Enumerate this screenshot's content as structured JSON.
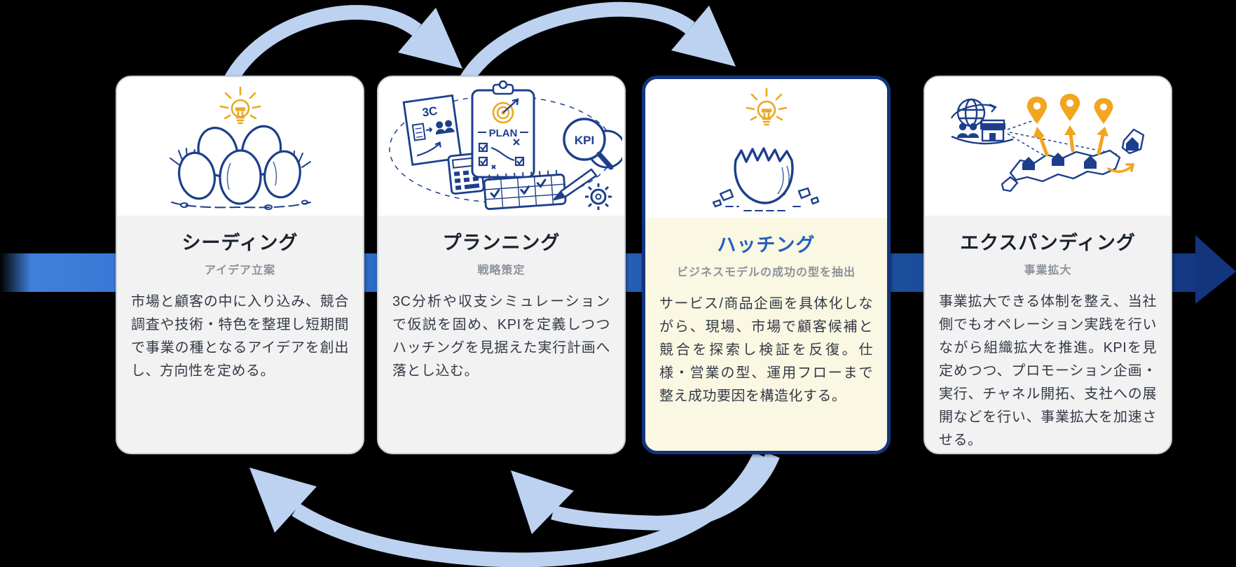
{
  "flow": {
    "stages": [
      {
        "title": "シーディング",
        "subtitle": "アイデア立案",
        "body": "市場と顧客の中に入り込み、競合調査や技術・特色を整理し短期間で事業の種となるアイデアを創出し、方向性を定める。",
        "highlighted": false,
        "icon": "eggs-with-lightbulb"
      },
      {
        "title": "プランニング",
        "subtitle": "戦略策定",
        "body": "3C分析や収支シミュレーションで仮説を固め、KPIを定義しつつハッチングを見据えた実行計画へ落とし込む。",
        "highlighted": false,
        "icon": "planning-tools"
      },
      {
        "title": "ハッチング",
        "subtitle": "ビジネスモデルの成功の型を抽出",
        "body": "サービス/商品企画を具体化しながら、現場、市場で顧客候補と競合を探索し検証を反復。仕様・営業の型、運用フローまで整え成功要因を構造化する。",
        "highlighted": true,
        "icon": "hatched-egg-with-lightbulb"
      },
      {
        "title": "エクスパンディング",
        "subtitle": "事業拡大",
        "body": "事業拡大できる体制を整え、当社側でもオペレーション実践を行いながら組織拡大を推進。KPIを見定めつつ、プロモーション企画・実行、チャネル開拓、支社への展開などを行い、事業拡大を加速させる。",
        "highlighted": false,
        "icon": "expansion-map"
      }
    ],
    "illustration_labels": {
      "plan": "PLAN",
      "three_c": "3C",
      "kpi": "KPI"
    },
    "colors": {
      "background": "#000000",
      "flow_arrow_start": "#3f80dc",
      "flow_arrow_end": "#13357e",
      "loop_arrow": "#bdd2f1",
      "card_background": "#ffffff",
      "card_text_section": "#f2f2f3",
      "highlight_card_background": "#faf7e3",
      "highlight_card_border": "#13357e",
      "title": "#1a222e",
      "highlight_title": "#2361be",
      "subtitle": "#8d929b",
      "body_text": "#333a45",
      "illustration_line": "#1c3e8c",
      "illustration_accent": "#e8a820",
      "pin_orange": "#f2a51f"
    }
  }
}
